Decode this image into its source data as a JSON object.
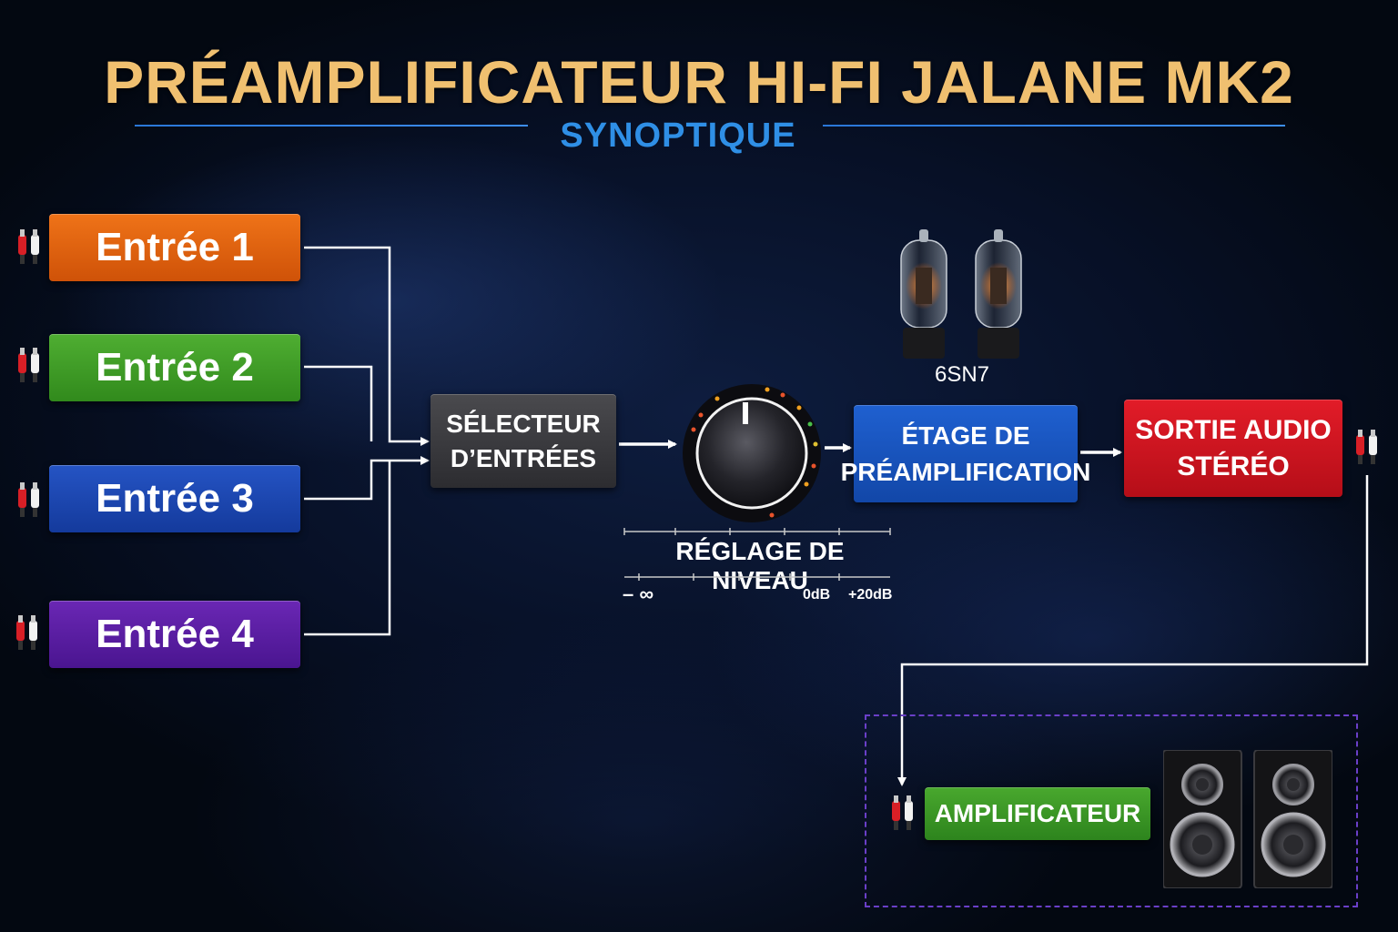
{
  "header": {
    "title": "PRÉAMPLIFICATEUR HI-FI JALANE MK2",
    "subtitle": "SYNOPTIQUE"
  },
  "inputs": [
    {
      "label": "Entrée 1",
      "color": "#e0620f"
    },
    {
      "label": "Entrée 2",
      "color": "#3f9a27"
    },
    {
      "label": "Entrée 3",
      "color": "#1c45b0"
    },
    {
      "label": "Entrée 4",
      "color": "#5b1ea2"
    }
  ],
  "blocks": {
    "selector": {
      "line1": "SÉLECTEUR",
      "line2": "D’ENTRÉES"
    },
    "preamp": {
      "line1": "ÉTAGE DE",
      "line2": "PRÉAMPLIFICATION"
    },
    "output": {
      "line1": "SORTIE AUDIO",
      "line2": "STÉRÉO"
    },
    "amplifier": {
      "label": "AMPLIFICATEUR"
    }
  },
  "level": {
    "label": "RÉGLAGE DE NIVEAU",
    "scale_min": "– ∞",
    "scale_mid": "0dB",
    "scale_max": "+20dB"
  },
  "tubes": {
    "label": "6SN7"
  },
  "colors": {
    "title": "#f0c070",
    "subtitle": "#2f8fe6",
    "connector": "#ffffff",
    "amp_zone": "#6a3fc8"
  }
}
